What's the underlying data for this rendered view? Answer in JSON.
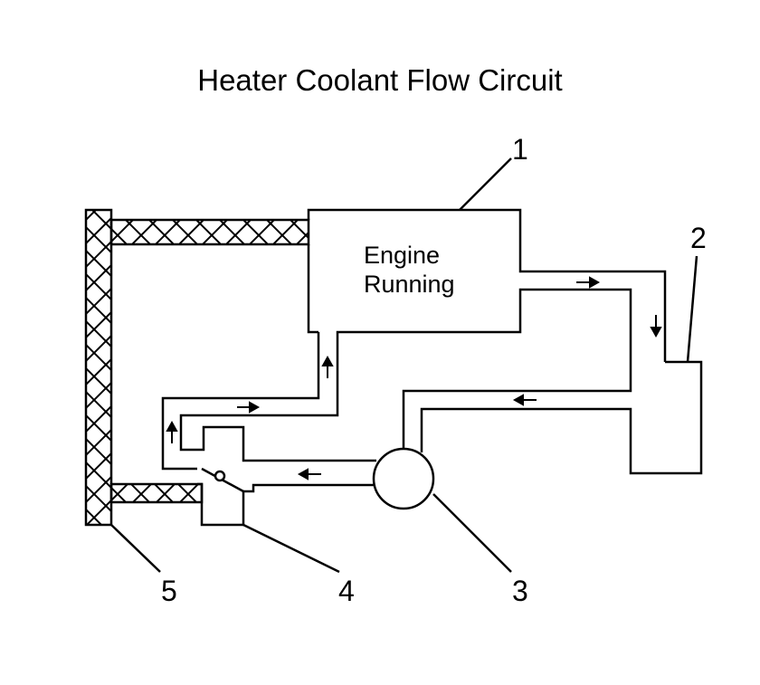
{
  "title": "Heater Coolant Flow Circuit",
  "engine_label": {
    "line1": "Engine",
    "line2": "Running"
  },
  "callouts": [
    "1",
    "2",
    "3",
    "4",
    "5"
  ],
  "colors": {
    "stroke": "#000000",
    "background": "#ffffff"
  }
}
